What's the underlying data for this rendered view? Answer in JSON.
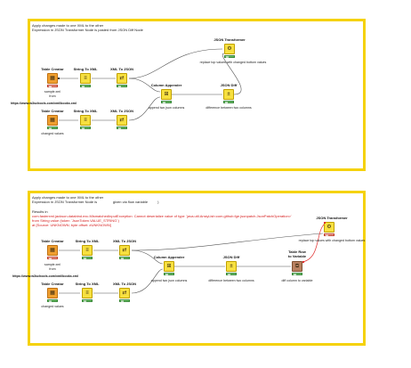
{
  "workflow_1": {
    "annotation": {
      "line1": "Apply changes made to one XML to the other",
      "line2": "Expression in JSON Transformer Node is pasted from JSON Diff Node"
    },
    "nodes": {
      "table_creator_a": {
        "title": "Table Creator",
        "comment": "sample.xml\nfrom"
      },
      "string_to_xml_a": {
        "title": "String To XML"
      },
      "xml_to_json_a": {
        "title": "XML To JSON"
      },
      "table_creator_b": {
        "title": "Table Creator",
        "comment": "changed values"
      },
      "string_to_xml_b": {
        "title": "String To XML"
      },
      "xml_to_json_b": {
        "title": "XML To JSON"
      },
      "column_appender": {
        "title": "Column Appender",
        "comment": "append two json columns"
      },
      "json_diff": {
        "title": "JSON Diff",
        "comment": "difference between two columns"
      },
      "json_transformer": {
        "title": "JSON Transformer",
        "comment": "replace top values with changed bottom values"
      }
    },
    "url_text": "https://www.w3schools.com/xml/books.xml"
  },
  "workflow_2": {
    "annotation": {
      "line1": "Apply changes made to one XML to the other",
      "line2": "Expression in JSON Transformer Node is                given via flow variable          )",
      "line3": "Results in",
      "line4_red": "com.fasterxml.jackson.databind.exc.MismatchedInputException: Cannot deserialize value of type `java.util.ArrayList<com.github.fge.jsonpatch.JsonPatchOperation>`",
      "line5_red": "from String value (token `JsonToken.VALUE_STRING`)",
      "line6_red": "at [Source: UNKNOWN; byte offset: #UNKNOWN]"
    },
    "nodes": {
      "table_creator_a": {
        "title": "Table Creator",
        "comment": "sample.xml\nfrom"
      },
      "string_to_xml_a": {
        "title": "String To XML"
      },
      "xml_to_json_a": {
        "title": "XML To JSON"
      },
      "table_creator_b": {
        "title": "Table Creator",
        "comment": "changed values"
      },
      "string_to_xml_b": {
        "title": "String To XML"
      },
      "xml_to_json_b": {
        "title": "XML To JSON"
      },
      "column_appender": {
        "title": "Column Appender",
        "comment": "append two json columns"
      },
      "json_diff": {
        "title": "JSON Diff",
        "comment": "difference between two columns"
      },
      "table_row_to_variable": {
        "title": "Table Row\nto Variable",
        "comment": "diff column to variable"
      },
      "json_transformer": {
        "title": "JSON Transformer",
        "comment": "replace top values with changed bottom values"
      }
    },
    "url_text": "https://www.w3schools.com/xml/books.xml"
  },
  "icons": {
    "table_creator": "table-icon",
    "string_to_xml": "xml-convert-icon",
    "xml_to_json": "json-convert-icon",
    "column_appender": "append-icon",
    "json_diff": "diff-icon",
    "json_transformer": "transform-icon",
    "table_row_to_variable": "variable-icon"
  },
  "colors": {
    "annotation_border": "#f5d20a",
    "node_orange": "#f0a030",
    "node_yellow": "#f7e040",
    "node_brown": "#b88060",
    "status_green": "#6ec06e",
    "error_text": "#d61c1c",
    "variable_wire": "#e03030"
  }
}
